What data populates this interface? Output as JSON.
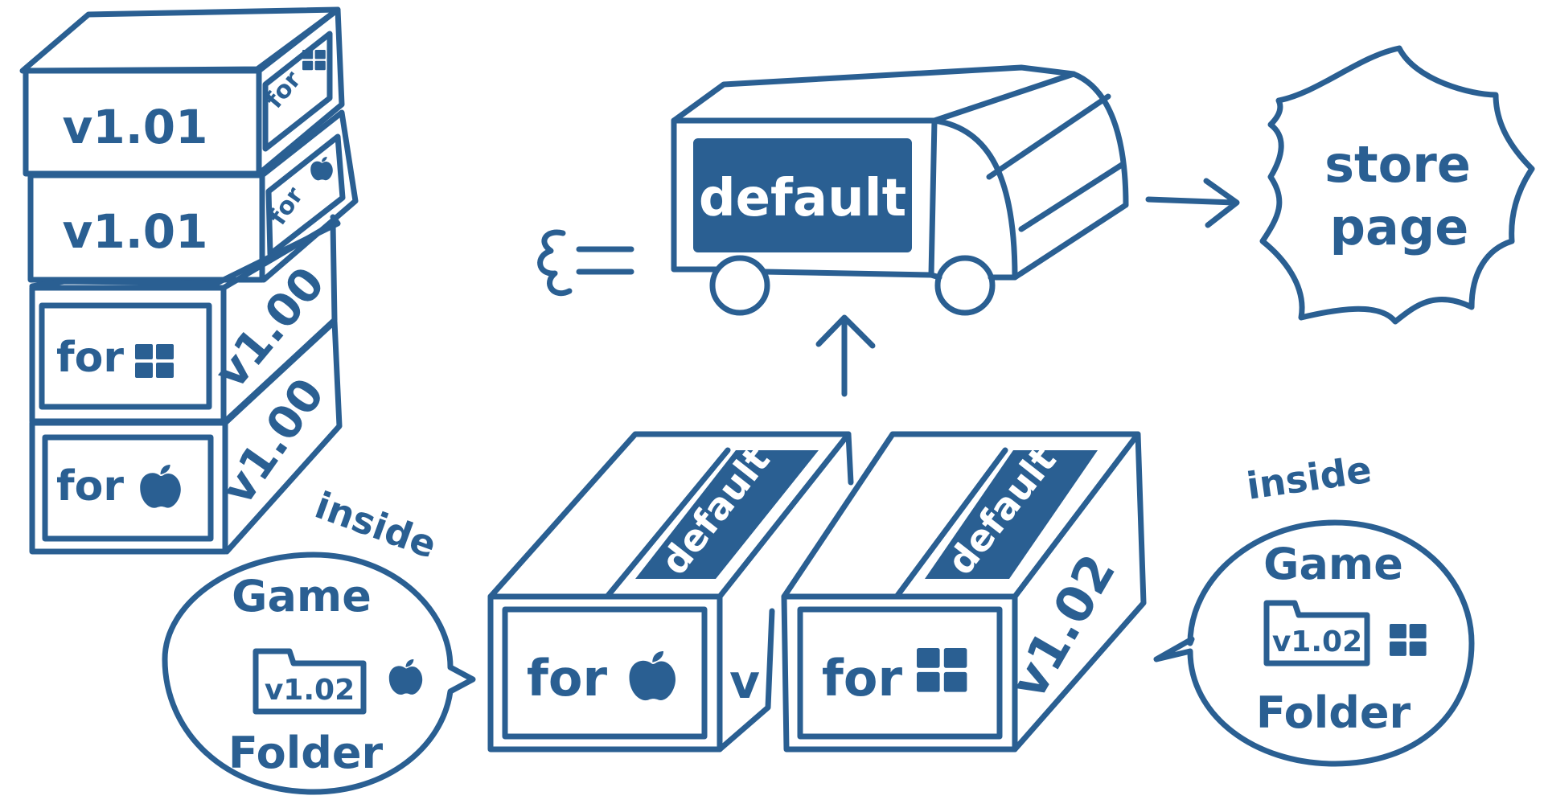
{
  "colors": {
    "ink": "#2a5f92",
    "paper": "#ffffff"
  },
  "stack_left": {
    "box1": {
      "version": "v1.01",
      "label": "for",
      "platform_icon": "windows-icon"
    },
    "box2": {
      "version": "v1.01",
      "label": "for",
      "platform_icon": "apple-icon"
    },
    "box3": {
      "version": "v1.00",
      "label": "for",
      "platform_icon": "windows-icon"
    },
    "box4": {
      "version": "v1.00",
      "label": "for",
      "platform_icon": "apple-icon"
    }
  },
  "truck": {
    "label": "default",
    "exhaust_icon": "exhaust-puff-icon"
  },
  "store_badge": {
    "line1": "store",
    "line2": "page"
  },
  "box_mac": {
    "top_label": "default",
    "front_label": "for",
    "side_label": "v",
    "platform_icon": "apple-icon"
  },
  "box_win": {
    "top_label": "default",
    "front_label": "for",
    "side_label": "v1.02",
    "platform_icon": "windows-icon"
  },
  "bubble_left": {
    "caption": "inside",
    "line1": "Game",
    "folder_label": "v1.02",
    "line3": "Folder",
    "platform_icon": "apple-icon"
  },
  "bubble_right": {
    "caption": "inside",
    "line1": "Game",
    "folder_label": "v1.02",
    "line3": "Folder",
    "platform_icon": "windows-icon"
  }
}
